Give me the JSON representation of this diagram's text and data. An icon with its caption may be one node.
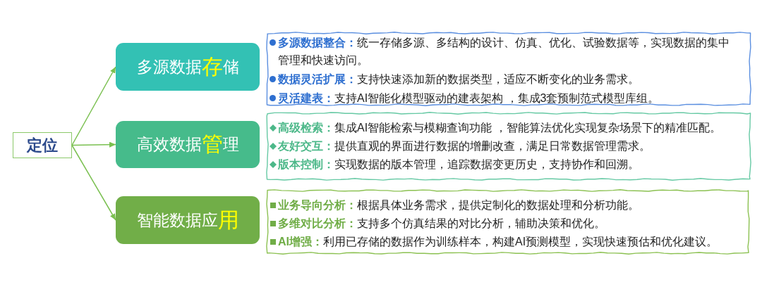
{
  "diagram": {
    "nodes": [
      {
        "text": [
          "定位"
        ]
      },
      {
        "text": [
          "多源数据**存**储"
        ]
      },
      {
        "text": [
          "高效数据**管**理"
        ]
      },
      {
        "text": [
          "智能数据应**用**"
        ]
      },
      {
        "text": [
          "**多源数据整合：**统一存储多源、多结构的设计、仿真、优化、试验数据等，实现数据的集中管理和快速访问。",
          "**数据灵活扩展：**支持快速添加新的数据类型，适应不断变化的业务需求。",
          "**灵活建表：**支持AI智能化模型驱动的建表架构 ，集成3套预制范式模型库组。"
        ]
      },
      {
        "text": [
          "**高级检索：**集成AI智能检索与模糊查询功能 ，智能算法优化实现复杂场景下的精准匹配。",
          "**友好交互：**提供直观的界面进行数据的增删改查，满足日常数据管理需求。",
          "**版本控制：**实现数据的版本管理，追踪数据变更历史，支持协作和回溯。"
        ]
      },
      {
        "text": [
          "**业务导向分析：**根据具体业务需求，提供定制化的数据处理和分析功能。",
          "**多维对比分析：**支持多个仿真结果的对比分析，辅助决策和优化。",
          "**AI增强：**利用已存储的数据作为训练样本，构建AI预测模型，实现快速预估和优化建议。"
        ]
      }
    ],
    "edges": [
      {
        "from": 0,
        "to": 1,
        "arrow": "to"
      },
      {
        "from": 0,
        "to": 2,
        "arrow": "to"
      },
      {
        "from": 0,
        "to": 3,
        "arrow": "to"
      }
    ]
  }
}
